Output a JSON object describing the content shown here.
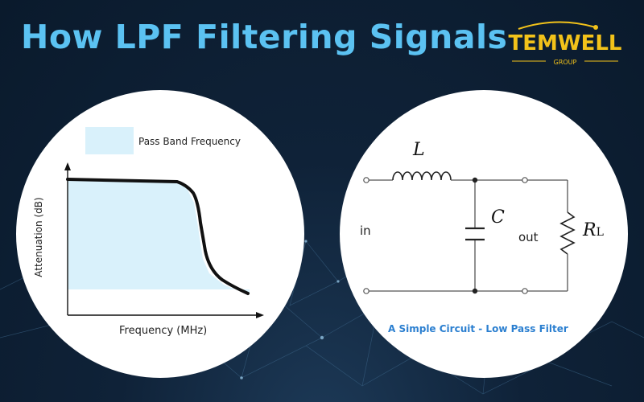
{
  "title": "How LPF Filtering Signals",
  "logo": {
    "brand": "TEMWELL",
    "tagline": "GROUP"
  },
  "left_panel": {
    "legend_label": "Pass Band Frequency",
    "y_axis_label": "Attenuation (dB)",
    "x_axis_label": "Frequency (MHz)"
  },
  "right_panel": {
    "inductor_label": "L",
    "capacitor_label": "C",
    "resistor_label": "R",
    "resistor_subscript": "L",
    "input_label": "in",
    "output_label": "out",
    "caption": "A Simple Circuit - Low Pass Filter"
  },
  "colors": {
    "title": "#5bc2f2",
    "pass_band_fill": "#d9f1fb",
    "caption": "#2b7fd0",
    "logo_yellow": "#f2c21a",
    "background": "#0f2238"
  }
}
